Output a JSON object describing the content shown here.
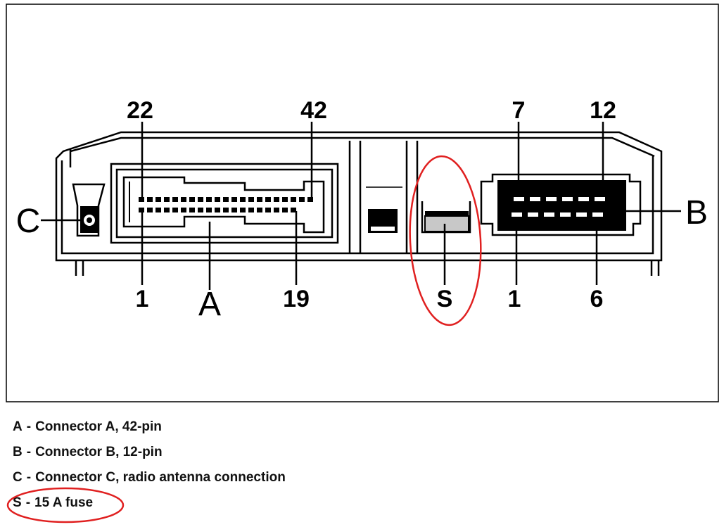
{
  "diagram": {
    "labels": {
      "pinA_top_left": "22",
      "pinA_top_right": "42",
      "pinA_bottom_left": "1",
      "pinA_bottom_right": "19",
      "connA": "A",
      "connB": "B",
      "connC": "C",
      "fuse": "S",
      "pinB_top_left": "7",
      "pinB_top_right": "12",
      "pinB_bottom_left": "1",
      "pinB_bottom_right": "6"
    },
    "colors": {
      "line": "#000000",
      "highlight": "#e02020",
      "fuse_fill": "#c8c8c8"
    }
  },
  "legend": {
    "items": [
      {
        "key": "A",
        "text": "Connector A, 42-pin"
      },
      {
        "key": "B",
        "text": "Connector B, 12-pin"
      },
      {
        "key": "C",
        "text": "Connector C, radio antenna connection"
      },
      {
        "key": "S",
        "text": "15 A fuse"
      }
    ]
  }
}
